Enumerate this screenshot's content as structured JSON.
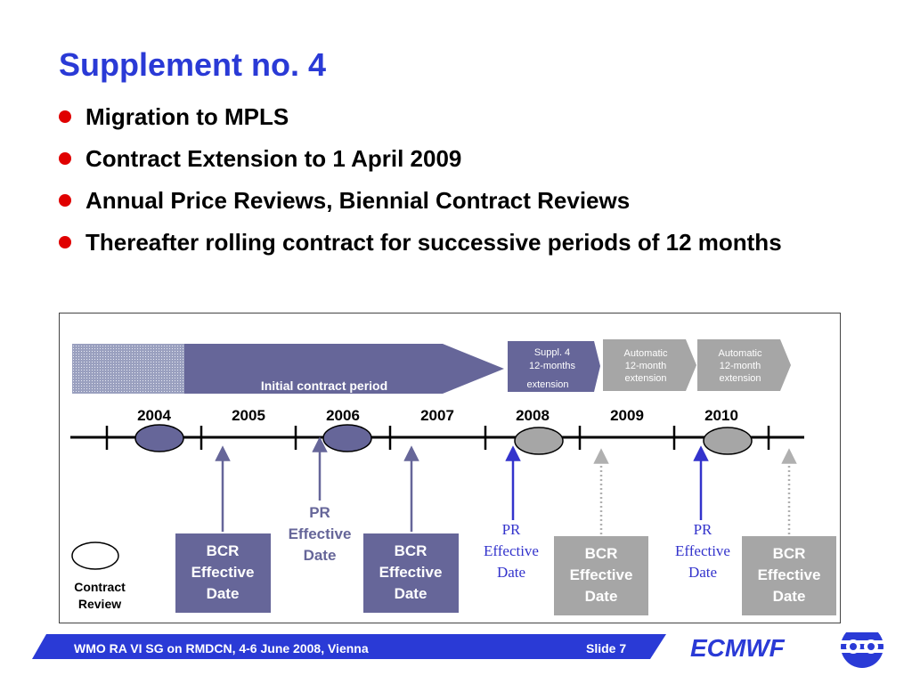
{
  "slide": {
    "title": "Supplement no. 4",
    "bullets": [
      "Migration to MPLS",
      "Contract Extension to 1 April 2009",
      "Annual Price Reviews, Biennial Contract Reviews",
      "Thereafter rolling contract for successive periods of 12 months"
    ]
  },
  "timeline": {
    "initial_period_label": "Initial contract period",
    "suppl_box": [
      "Suppl. 4",
      "12-months",
      "extension"
    ],
    "auto_ext_1": [
      "Automatic",
      "12-month",
      "extension"
    ],
    "auto_ext_2": [
      "Automatic",
      "12-month",
      "extension"
    ],
    "years": [
      "2004",
      "2005",
      "2006",
      "2007",
      "2008",
      "2009",
      "2010"
    ],
    "pr_label_1": [
      "PR",
      "Effective",
      "Date"
    ],
    "pr_label_2": [
      "PR",
      "Effective",
      "Date"
    ],
    "pr_label_3": [
      "PR",
      "Effective",
      "Date"
    ],
    "bcr_1": [
      "BCR",
      "Effective",
      "Date"
    ],
    "bcr_2": [
      "BCR",
      "Effective",
      "Date"
    ],
    "bcr_3": [
      "BCR",
      "Effective",
      "Date"
    ],
    "bcr_4": [
      "BCR",
      "Effective",
      "Date"
    ],
    "legend": [
      "Contract",
      "Review"
    ]
  },
  "footer": {
    "left_text": "WMO RA VI SG on RMDCN, 4-6 June 2008, Vienna",
    "slide_no": "Slide 7",
    "brand": "ECMWF"
  },
  "colors": {
    "title": "#2a3ad6",
    "bullet": "#e00000",
    "slate": "#666699",
    "grey": "#a6a6a6",
    "blue_arrow": "#3333cc"
  }
}
